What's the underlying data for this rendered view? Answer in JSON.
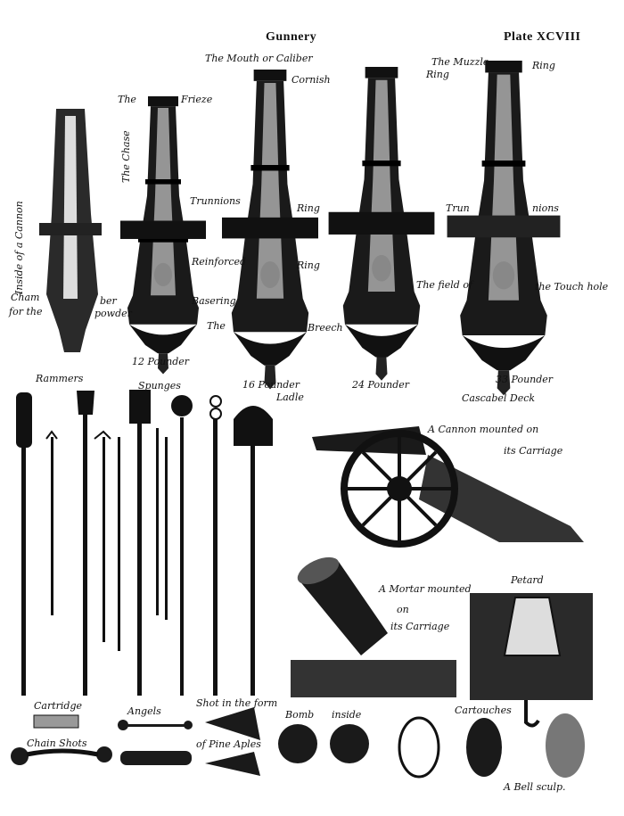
{
  "header": {
    "title": "Gunnery",
    "plate": "Plate XCVIII"
  },
  "cannon_labels": {
    "mouth": "The Mouth or Caliber",
    "cornish": "Cornish",
    "muzzle": "The Muzzle",
    "ring_top_right": "Ring",
    "ring_24": "Ring",
    "the": "The",
    "frieze": "Frieze",
    "chase": "The Chase",
    "inside": "Inside of a Cannon",
    "trunnions": "Trunnions",
    "ring_trunnion": "Ring",
    "trun": "Trun",
    "nions": "nions",
    "reinforced": "Reinforced",
    "ring_reinforced": "Ring",
    "basering": "Basering",
    "the_breech_the": "The",
    "breech": "Breech",
    "field_of": "The field of",
    "touch_hole": "the Touch hole",
    "chamber_1": "Cham",
    "chamber_2": "ber",
    "for_the": "for the",
    "powder": "powder",
    "p12": "12 Pounder",
    "p16": "16 Pounder",
    "p24": "24 Pounder",
    "p33": "33 Pounder",
    "cascabel": "Cascabel Deck"
  },
  "tool_labels": {
    "rammers": "Rammers",
    "spunges": "Spunges",
    "ladle": "Ladle"
  },
  "carriage": {
    "line1": "A Cannon mounted on",
    "line2": "its Carriage"
  },
  "mortar": {
    "line1": "A Mortar mounted",
    "line2": "on",
    "line3": "its Carriage"
  },
  "petard": "Petard",
  "ammo": {
    "cartridge": "Cartridge",
    "chain_shots": "Chain Shots",
    "angels": "Angels",
    "shot_form": "Shot in the form",
    "pine_apples": "of Pine Aples",
    "bomb": "Bomb",
    "inside": "inside",
    "cartouches": "Cartouches"
  },
  "signature": "A Bell sculp."
}
